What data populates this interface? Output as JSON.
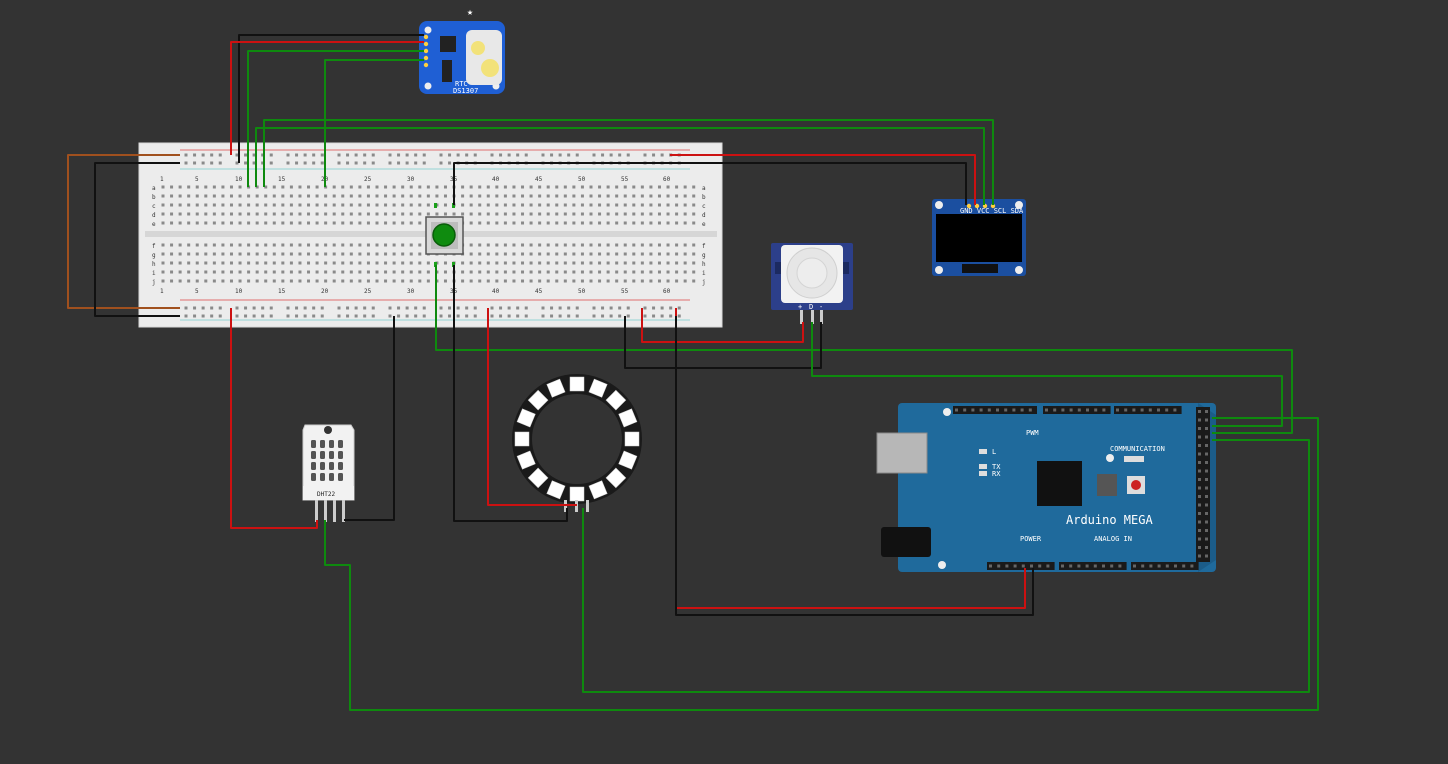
{
  "breadboard": {
    "col_numbers": [
      "1",
      "5",
      "10",
      "15",
      "20",
      "25",
      "30",
      "35",
      "40",
      "45",
      "50",
      "55",
      "60"
    ],
    "row_letters_top": [
      "a",
      "b",
      "c",
      "d",
      "e"
    ],
    "row_letters_bottom": [
      "f",
      "g",
      "h",
      "i",
      "j"
    ]
  },
  "rtc": {
    "label": "RTC",
    "chip": "DS1307"
  },
  "oled": {
    "pin_labels": "GND VCC SCL SDA"
  },
  "pir": {
    "plus": "+",
    "out": "D",
    "minus": "-"
  },
  "dht": {
    "label": "DHT22"
  },
  "arduino": {
    "name": "Arduino MEGA",
    "pwm": "PWM",
    "communication": "COMMUNICATION",
    "power": "POWER",
    "analog": "ANALOG IN",
    "led_l": "L",
    "led_tx": "TX",
    "led_rx": "RX"
  },
  "colors": {
    "background": "#333333",
    "wire_red": "#cc1111",
    "wire_black": "#111111",
    "wire_green": "#0e8a0e",
    "wire_brown": "#a0501e",
    "mega_board": "#1f6a9c",
    "rtc_board": "#1f5fd4",
    "oled_board": "#1b4fa0",
    "pir_board": "#2c3f8a"
  }
}
